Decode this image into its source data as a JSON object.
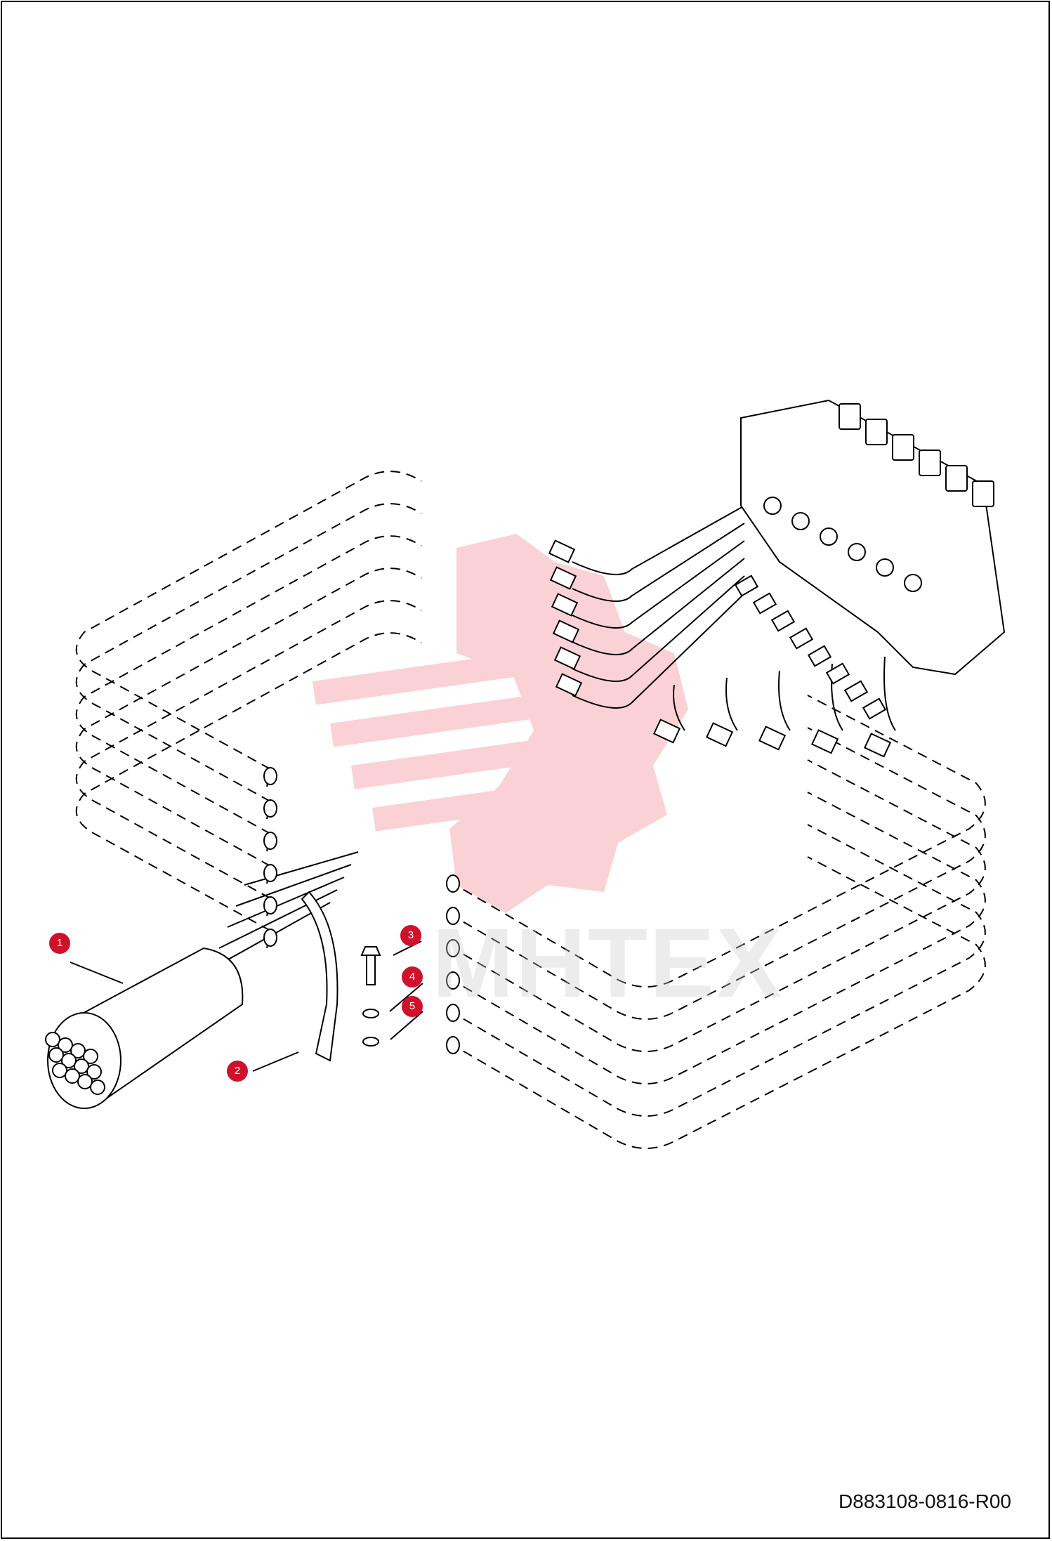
{
  "diagram": {
    "doc_id": "D883108-0816-R00",
    "watermark_text": "MHTEX",
    "callouts": [
      "1",
      "2",
      "3",
      "4",
      "5"
    ],
    "accent_color": "#d0112b"
  }
}
